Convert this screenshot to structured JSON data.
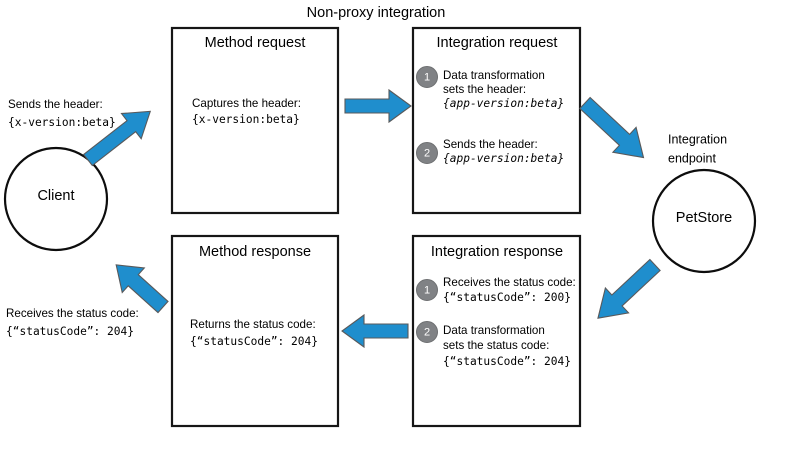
{
  "diagram": {
    "title": "Non-proxy integration",
    "client_node": {
      "label": "Client",
      "sends_caption_line1": "Sends the header:",
      "sends_caption_line2": "{x-version:beta}",
      "receives_caption_line1": "Receives the status code:",
      "receives_caption_line2": "{“statusCode”: 204}"
    },
    "endpoint_node": {
      "label": "PetStore",
      "caption_line1": "Integration",
      "caption_line2": "endpoint"
    },
    "method_request": {
      "title": "Method request",
      "line1": "Captures the header:",
      "line2": "{x-version:beta}"
    },
    "integration_request": {
      "title": "Integration request",
      "steps": [
        {
          "number": "1",
          "line1": "Data transformation",
          "line2": "sets the header:",
          "line3": "{app-version:beta}"
        },
        {
          "number": "2",
          "line1": "Sends the header:",
          "line2": "{app-version:beta}",
          "line3": ""
        }
      ]
    },
    "integration_response": {
      "title": "Integration response",
      "steps": [
        {
          "number": "1",
          "line1": "Receives the status code:",
          "line2": "{“statusCode”: 200}",
          "line3": ""
        },
        {
          "number": "2",
          "line1": "Data transformation",
          "line2": "sets the status code:",
          "line3": "{“statusCode”: 204}"
        }
      ]
    },
    "method_response": {
      "title": "Method response",
      "line1": "Returns the status code:",
      "line2": "{“statusCode”: 204}"
    },
    "colors": {
      "arrow_blue": "#1f8ecd",
      "arrow_outline": "#58595b",
      "step_circle_gray": "#808285",
      "box_stroke": "#161616",
      "text": "#000000"
    }
  }
}
